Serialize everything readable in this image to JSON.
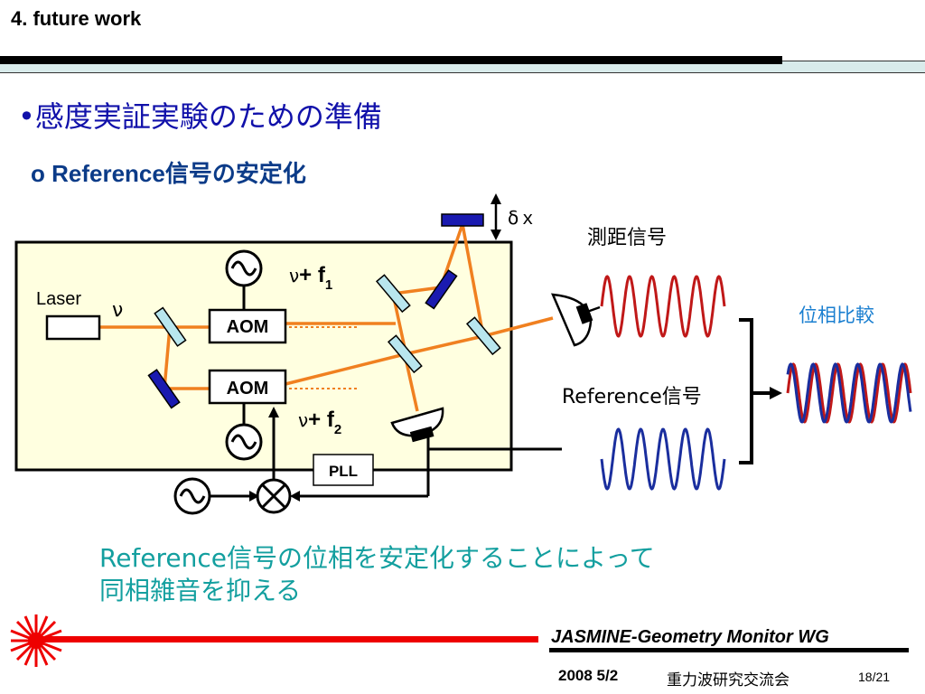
{
  "header": {
    "section_title": "4. future work"
  },
  "slide": {
    "bullet": "•感度実証実験のための準備",
    "sub_marker": "o ",
    "sub_latin": "Reference",
    "sub_jp": "信号の安定化"
  },
  "diagram": {
    "laser_label": "Laser",
    "nu": "ν",
    "aom_top": "AOM",
    "aom_bottom": "AOM",
    "freq1_nu": "ν",
    "freq1_plus": "+ f",
    "freq1_sub": "1",
    "freq2_nu": "ν",
    "freq2_plus": "+ f",
    "freq2_sub": "2",
    "delta_x": "δｘ",
    "pll": "PLL",
    "ranging_signal": "測距信号",
    "reference_signal": "Reference信号",
    "phase_compare": "位相比較",
    "colors": {
      "beam": "#f08020",
      "box_fill": "#ffffe0",
      "mirror_light": "#b8e6ee",
      "mirror_dark": "#1a1ab0",
      "wave_red": "#c01818",
      "wave_blue": "#1a2e9e",
      "phase_compare": "#1a7fd0"
    }
  },
  "conclusion": {
    "line1": "Reference信号の位相を安定化することによって",
    "line2": "同相雑音を抑える"
  },
  "footer": {
    "title": "JASMINE-Geometry Monitor WG",
    "date": "2008 5/2",
    "event": "重力波研究交流会",
    "page": "18/21"
  }
}
